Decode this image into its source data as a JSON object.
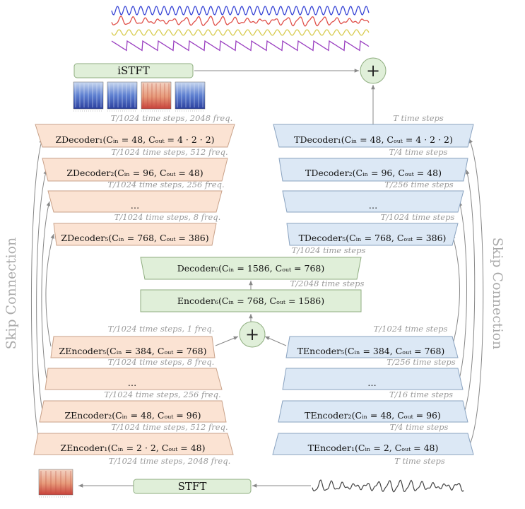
{
  "colors": {
    "z_fill": "#fbe3d3",
    "z_stroke": "#c9a28a",
    "t_fill": "#dce8f5",
    "t_stroke": "#8aa3c0",
    "mid_fill": "#e0efd9",
    "mid_stroke": "#8fae80",
    "wave_blue": "#3a47d6",
    "wave_red": "#e0504a",
    "wave_yellow": "#d8cc52",
    "wave_purple": "#9a3fc0",
    "input_wave": "#444444",
    "arrow": "#888888",
    "annotation": "#9a9a9a"
  },
  "istft_label": "iSTFT",
  "stft_label": "STFT",
  "plus_symbol": "+",
  "skip_left": "Skip Connection",
  "skip_right": "Skip Connection",
  "z_blocks": [
    {
      "name": "zdecoder-1",
      "label": "ZDecoder₁(Cᵢₙ = 48, Cₒᵤₜ = 4 · 2 · 2)"
    },
    {
      "name": "zdecoder-2",
      "label": "ZDecoder₂(Cᵢₙ = 96, Cₒᵤₜ = 48)"
    },
    {
      "name": "zdecoder-dots",
      "label": "…"
    },
    {
      "name": "zdecoder-5",
      "label": "ZDecoder₅(Cᵢₙ = 768, Cₒᵤₜ = 386)"
    },
    {
      "name": "zencoder-5",
      "label": "ZEncoder₅(Cᵢₙ = 384, Cₒᵤₜ = 768)"
    },
    {
      "name": "zencoder-dots",
      "label": "…"
    },
    {
      "name": "zencoder-2",
      "label": "ZEncoder₂(Cᵢₙ = 48, Cₒᵤₜ = 96)"
    },
    {
      "name": "zencoder-1",
      "label": "ZEncoder₁(Cᵢₙ = 2 · 2, Cₒᵤₜ = 48)"
    }
  ],
  "t_blocks": [
    {
      "name": "tdecoder-1",
      "label": "TDecoder₁(Cᵢₙ = 48, Cₒᵤₜ = 4 · 2 · 2)"
    },
    {
      "name": "tdecoder-2",
      "label": "TDecoder₂(Cᵢₙ = 96, Cₒᵤₜ = 48)"
    },
    {
      "name": "tdecoder-dots",
      "label": "…"
    },
    {
      "name": "tdecoder-5",
      "label": "TDecoder₅(Cᵢₙ = 768, Cₒᵤₜ = 386)"
    },
    {
      "name": "tencoder-5",
      "label": "TEncoder₅(Cᵢₙ = 384, Cₒᵤₜ = 768)"
    },
    {
      "name": "tencoder-dots",
      "label": "…"
    },
    {
      "name": "tencoder-2",
      "label": "TEncoder₂(Cᵢₙ = 48, Cₒᵤₜ = 96)"
    },
    {
      "name": "tencoder-1",
      "label": "TEncoder₁(Cᵢₙ = 2, Cₒᵤₜ = 48)"
    }
  ],
  "middle": {
    "decoder6": "Decoder₆(Cᵢₙ = 1586, Cₒᵤₜ = 768)",
    "encoder6": "Encoder₆(Cᵢₙ = 768, Cₒᵤₜ = 1586)"
  },
  "z_annotations": [
    "T/1024 time steps, 2048 freq.",
    "T/1024 time steps, 512 freq.",
    "T/1024 time steps, 256 freq.",
    "T/1024 time steps, 8 freq.",
    "T/1024 time steps, 1 freq.",
    "T/1024 time steps, 8 freq.",
    "T/1024 time steps, 256 freq.",
    "T/1024 time steps, 512 freq.",
    "T/1024 time steps, 2048 freq."
  ],
  "t_annotations": [
    "T time steps",
    "T/4 time steps",
    "T/256 time steps",
    "T/1024 time steps",
    "T/1024 time steps",
    "T/256 time steps",
    "T/16 time steps",
    "T/4 time steps",
    "T time steps"
  ],
  "mid_annotations": [
    "T/1024 time steps",
    "T/2048 time steps"
  ],
  "spectrograms": [
    {
      "name": "spectrogram-1",
      "tone": "blue"
    },
    {
      "name": "spectrogram-2",
      "tone": "blue"
    },
    {
      "name": "spectrogram-3",
      "tone": "red"
    },
    {
      "name": "spectrogram-4",
      "tone": "blue"
    }
  ],
  "input_spectrogram": {
    "name": "input-spectrogram",
    "tone": "red"
  }
}
